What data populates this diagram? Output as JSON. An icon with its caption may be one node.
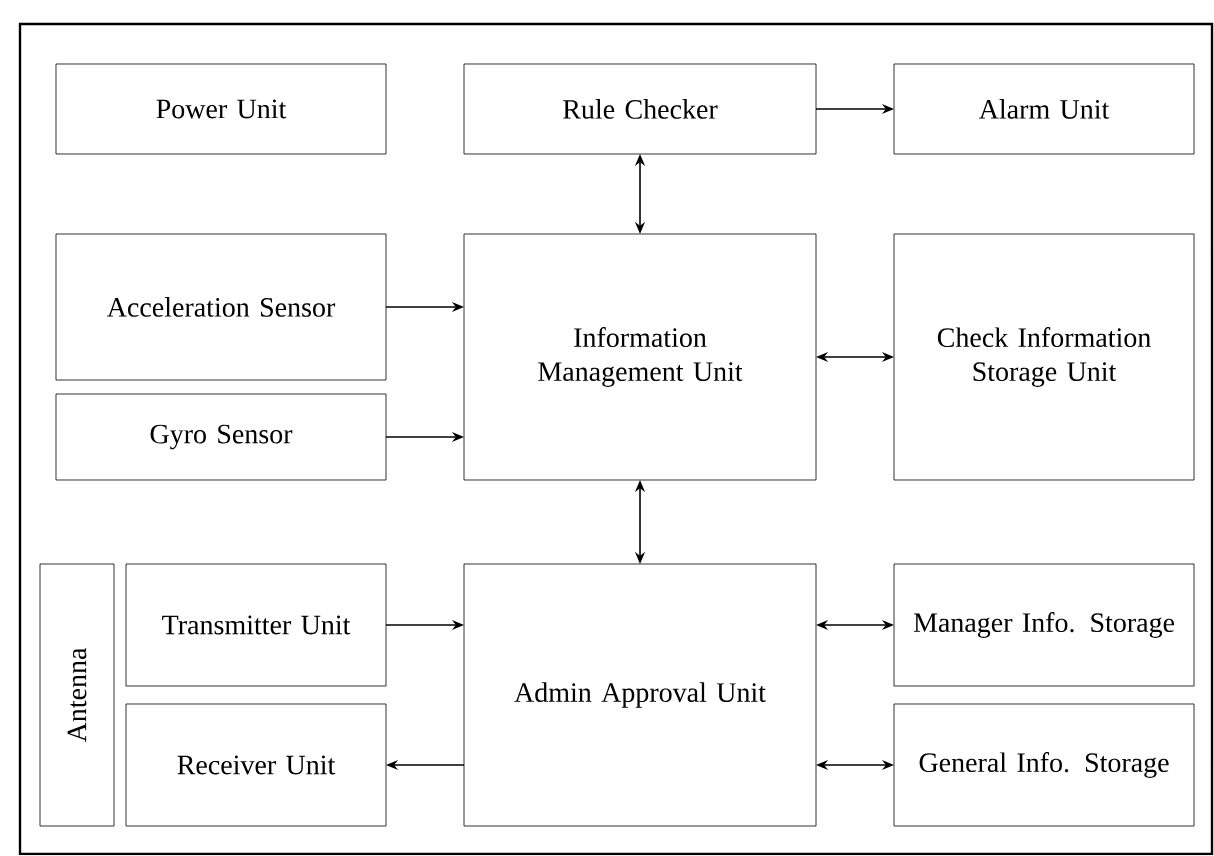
{
  "diagram": {
    "nodes": [
      {
        "text": [
          "Power Unit"
        ]
      },
      {
        "text": [
          "Rule Checker"
        ]
      },
      {
        "text": [
          "Alarm Unit"
        ]
      },
      {
        "text": [
          "Acceleration Sensor"
        ]
      },
      {
        "text": [
          "Information Management Unit"
        ]
      },
      {
        "text": [
          "Check Information Storage Unit"
        ]
      },
      {
        "text": [
          "Gyro Sensor"
        ]
      },
      {
        "text": [
          "Antenna"
        ]
      },
      {
        "text": [
          "Transmitter Unit"
        ]
      },
      {
        "text": [
          "Receiver Unit"
        ]
      },
      {
        "text": [
          "Admin Approval Unit"
        ]
      },
      {
        "text": [
          "Manager Info. Storage"
        ]
      },
      {
        "text": [
          "General Info. Storage"
        ]
      }
    ],
    "edges": [
      {
        "from": 1,
        "to": 2,
        "arrow": "to"
      },
      {
        "from": 1,
        "to": 4,
        "arrow": "both"
      },
      {
        "from": 3,
        "to": 4,
        "arrow": "to"
      },
      {
        "from": 6,
        "to": 4,
        "arrow": "to"
      },
      {
        "from": 4,
        "to": 5,
        "arrow": "both"
      },
      {
        "from": 4,
        "to": 10,
        "arrow": "both"
      },
      {
        "from": 8,
        "to": 10,
        "arrow": "to"
      },
      {
        "from": 10,
        "to": 9,
        "arrow": "to"
      },
      {
        "from": 10,
        "to": 11,
        "arrow": "both"
      },
      {
        "from": 10,
        "to": 12,
        "arrow": "both"
      }
    ]
  }
}
